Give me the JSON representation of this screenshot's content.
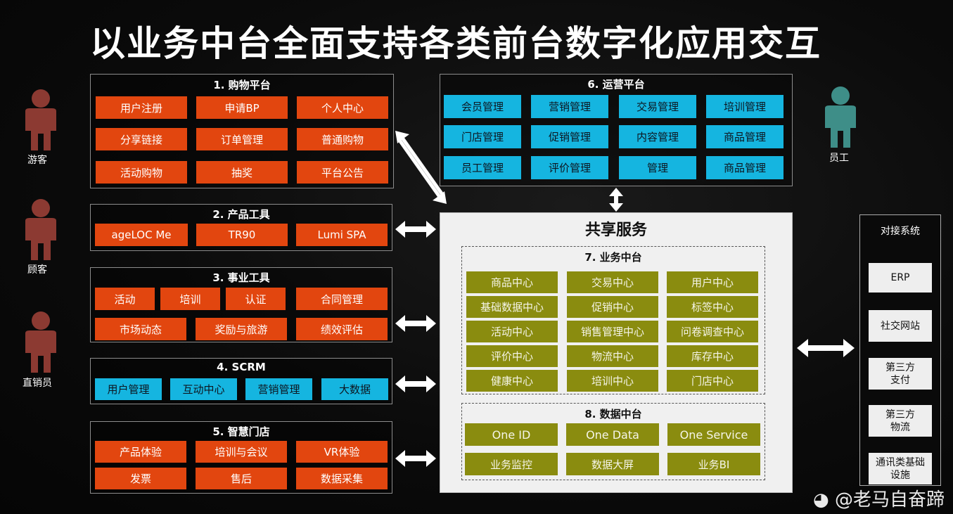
{
  "title": "以业务中台全面支持各类前台数字化应用交互",
  "people": {
    "visitor": "游客",
    "customer": "顾客",
    "direct_seller": "直销员",
    "employee": "员工"
  },
  "shopping": {
    "title": "1. 购物平台",
    "items": [
      "用户注册",
      "申请BP",
      "个人中心",
      "分享链接",
      "订单管理",
      "普通购物",
      "活动购物",
      "抽奖",
      "平台公告"
    ]
  },
  "product_tools": {
    "title": "2. 产品工具",
    "items": [
      "ageLOC Me",
      "TR90",
      "Lumi SPA"
    ]
  },
  "business_tools": {
    "title": "3. 事业工具",
    "items": [
      "活动",
      "培训",
      "认证",
      "合同管理",
      "市场动态",
      "奖励与旅游",
      "绩效评估"
    ]
  },
  "scrm": {
    "title": "4. SCRM",
    "items": [
      "用户管理",
      "互动中心",
      "营销管理",
      "大数据"
    ]
  },
  "smart_store": {
    "title": "5. 智慧门店",
    "items": [
      "产品体验",
      "培训与会议",
      "VR体验",
      "发票",
      "售后",
      "数据采集"
    ]
  },
  "operations": {
    "title": "6. 运营平台",
    "items": [
      "会员管理",
      "营销管理",
      "交易管理",
      "培训管理",
      "门店管理",
      "促销管理",
      "内容管理",
      "商品管理",
      "员工管理",
      "评价管理",
      "管理",
      "商品管理"
    ]
  },
  "shared_services": {
    "title": "共享服务",
    "business_mid": {
      "title": "7. 业务中台",
      "items": [
        "商品中心",
        "交易中心",
        "用户中心",
        "基础数据中心",
        "促销中心",
        "标签中心",
        "活动中心",
        "销售管理中心",
        "问卷调查中心",
        "评价中心",
        "物流中心",
        "库存中心",
        "健康中心",
        "培训中心",
        "门店中心"
      ]
    },
    "data_mid": {
      "title": "8. 数据中台",
      "items": [
        "One ID",
        "One Data",
        "One Service",
        "业务监控",
        "数据大屏",
        "业务BI"
      ]
    }
  },
  "integration": {
    "title": "对接系统",
    "items": [
      "ERP",
      "社交网站",
      "第三方\n支付",
      "第三方\n物流",
      "通讯类基础\n设施"
    ]
  },
  "watermark": "@老马自奋蹄",
  "colors": {
    "orange": "#e2460f",
    "cyan": "#15b5e0",
    "olive": "#8a8c0f",
    "panel_bg": "#f0f0f0"
  }
}
